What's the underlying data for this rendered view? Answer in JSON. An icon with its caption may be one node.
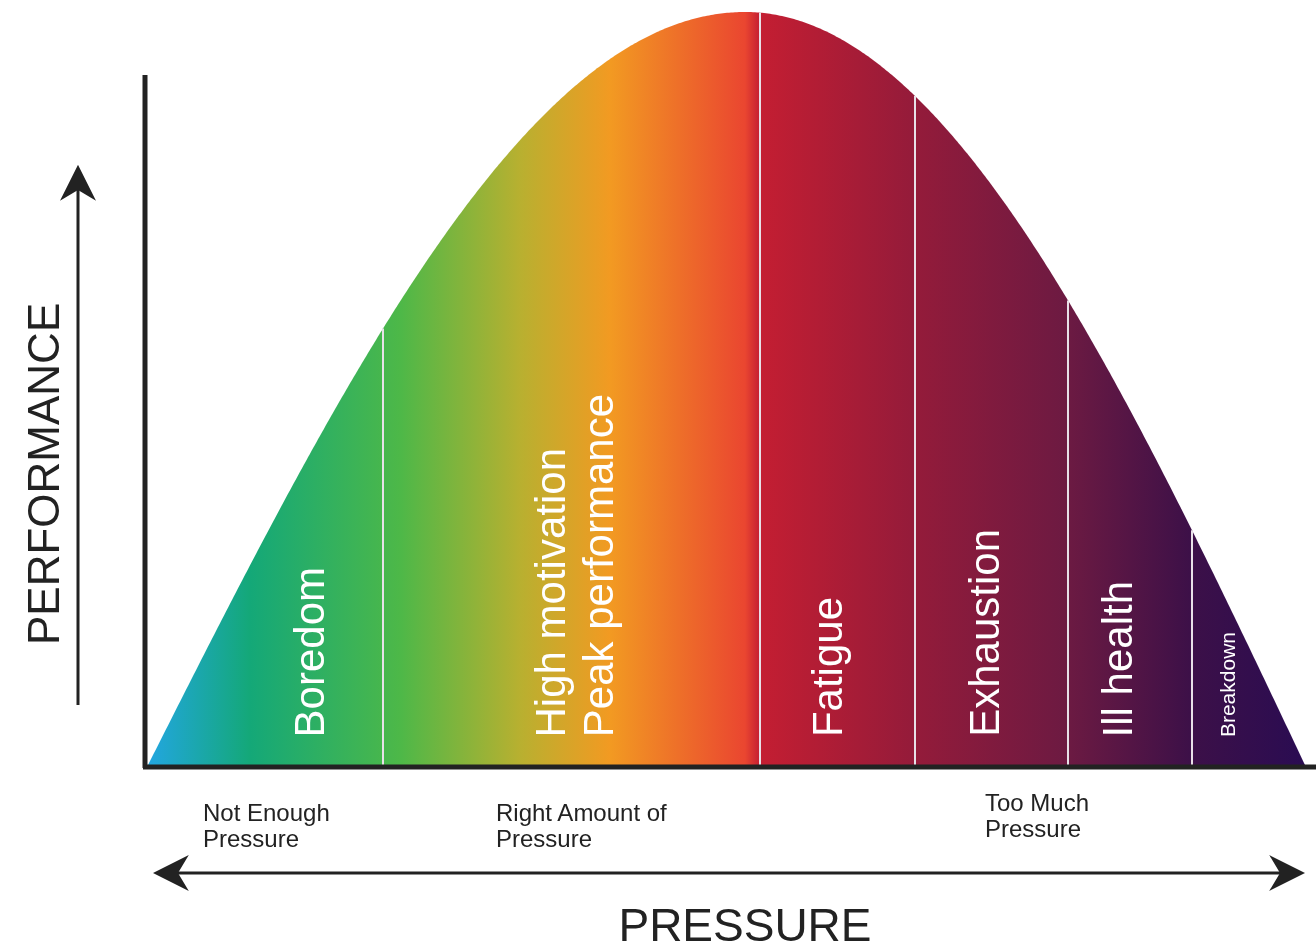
{
  "diagram": {
    "nodes": [
      {
        "text": [
          "Boredom"
        ]
      },
      {
        "text": [
          "High motivation",
          "Peak performance"
        ]
      },
      {
        "text": [
          "Fatigue"
        ]
      },
      {
        "text": [
          "Exhaustion"
        ]
      },
      {
        "text": [
          "Ill health"
        ]
      },
      {
        "text": [
          "Breakdown"
        ]
      }
    ],
    "labels": [
      "PERFORMANCE",
      "Not Enough Pressure",
      "Right Amount of Pressure",
      "Too Much Pressure",
      "PRESSURE"
    ]
  }
}
